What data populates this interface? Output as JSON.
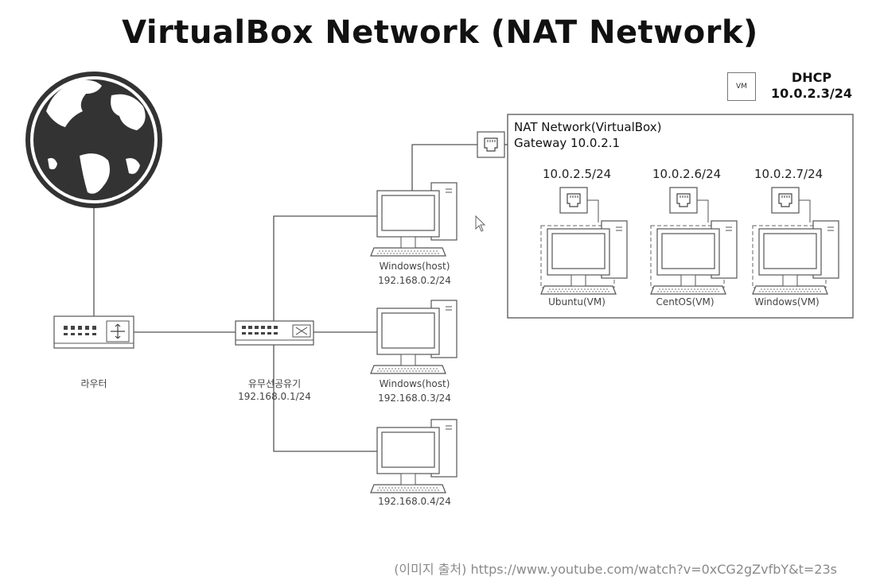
{
  "title": "VirtualBox Network  (NAT Network)",
  "dhcp": {
    "tag": "VM",
    "label": "DHCP",
    "ip": "10.0.2.3/24"
  },
  "nat_network": {
    "name": "NAT Network(VirtualBox)",
    "gateway": "Gateway  10.0.2.1"
  },
  "vms": [
    {
      "ip": "10.0.2.5/24",
      "name": "Ubuntu(VM)"
    },
    {
      "ip": "10.0.2.6/24",
      "name": "CentOS(VM)"
    },
    {
      "ip": "10.0.2.7/24",
      "name": "Windows(VM)"
    }
  ],
  "router": {
    "label": "라우터"
  },
  "switch": {
    "label": "유무선공유기",
    "ip": "192.168.0.1/24"
  },
  "hosts": [
    {
      "name": "Windows(host)",
      "ip": "192.168.0.2/24"
    },
    {
      "name": "Windows(host)",
      "ip": "192.168.0.3/24"
    },
    {
      "name": "",
      "ip": "192.168.0.4/24"
    }
  ],
  "source": "(이미지 출처)  https://www.youtube.com/watch?v=0xCG2gZvfbY&t=23s",
  "colors": {
    "line": "#444444",
    "device_fill": "#ffffff",
    "globe": "#333333"
  }
}
